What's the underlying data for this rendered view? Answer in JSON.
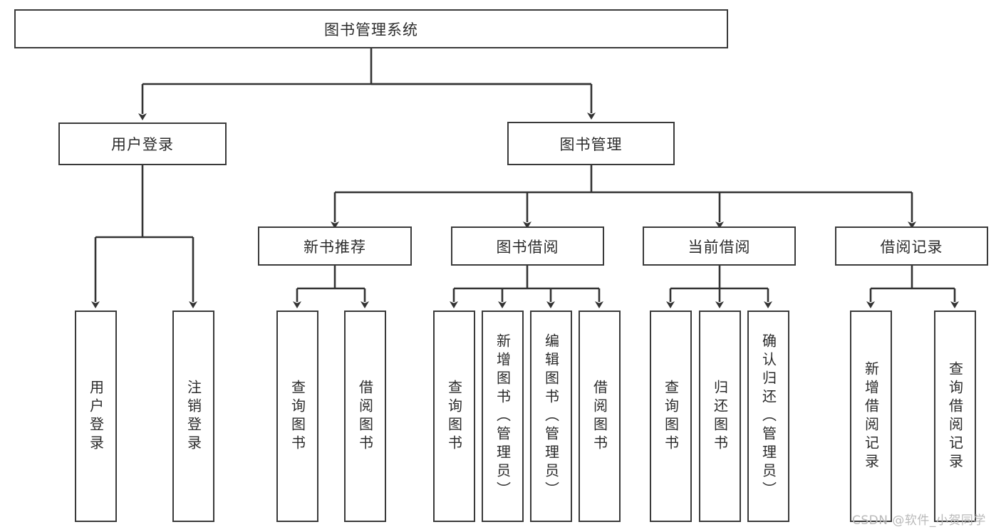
{
  "diagram": {
    "title_node": {
      "label": "图书管理系统"
    },
    "level2": [
      {
        "label": "用户登录"
      },
      {
        "label": "图书管理"
      }
    ],
    "level3": [
      {
        "label": "新书推荐"
      },
      {
        "label": "图书借阅"
      },
      {
        "label": "当前借阅"
      },
      {
        "label": "借阅记录"
      }
    ],
    "leaves": [
      {
        "label": "用户登录"
      },
      {
        "label": "注销登录"
      },
      {
        "label": "查询图书"
      },
      {
        "label": "借阅图书"
      },
      {
        "label": "查询图书"
      },
      {
        "label": "新增图书（管理员）"
      },
      {
        "label": "编辑图书（管理员）"
      },
      {
        "label": "借阅图书"
      },
      {
        "label": "查询图书"
      },
      {
        "label": "归还图书"
      },
      {
        "label": "确认归还（管理员）"
      },
      {
        "label": "新增借阅记录"
      },
      {
        "label": "查询借阅记录"
      }
    ],
    "watermark": "CSDN @软件_小贺同学",
    "colors": {
      "border": "#3a3a3a",
      "edge": "#333333",
      "background": "#ffffff",
      "text": "#2b2b2b",
      "watermark": "#b9b9b9"
    }
  }
}
